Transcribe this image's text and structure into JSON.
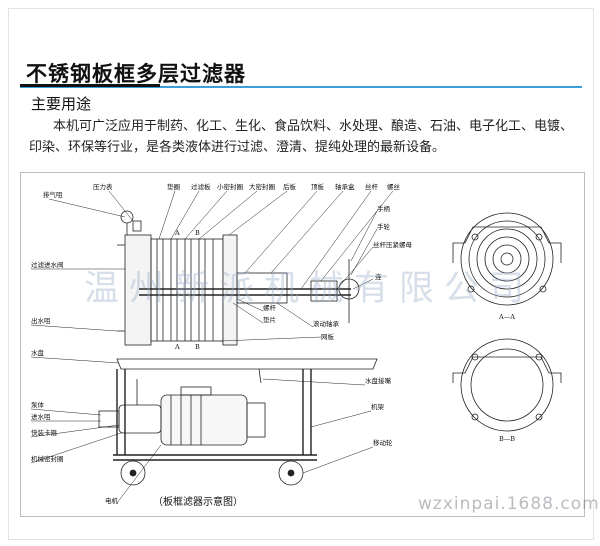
{
  "heading": {
    "title": "不锈钢板框多层过滤器",
    "subtitle": "主要用途",
    "description": "本机可广泛应用于制药、化工、生化、食品饮料、水处理、酿造、石油、电子化工、电镀、印染、环保等行业，是各类液体进行过滤、澄清、提纯处理的最新设备。"
  },
  "diagram": {
    "caption": "（板框滤器示意图）",
    "labels": {
      "vent": "排气咀",
      "gauge": "压力表",
      "gasket": "垫圈",
      "filter_board": "过滤板",
      "small_seal": "小密封圈",
      "large_seal": "大密封圈",
      "back_board": "后板",
      "top_board": "顶板",
      "bearing_box": "轴承盒",
      "screw": "丝杆",
      "nut": "螺丝",
      "handle": "手柄",
      "handwheel": "手轮",
      "lead_nut": "丝杆压紧螺母",
      "connector": "连",
      "filter_inlet": "过滤进水阀",
      "outlet": "出水咀",
      "bolt": "螺杆",
      "washer": "垫片",
      "rolling_bearing": "滚动轴承",
      "mesh": "网板",
      "water_tray": "水盘",
      "tray_outlet": "水盘接嘴",
      "pump": "泵体",
      "inlet": "进水咀",
      "clamp": "快装卡箍",
      "pump_seal": "机械密封圈",
      "frame": "机架",
      "wheel": "移动轮",
      "motor": "电机",
      "a_left": "A",
      "b_left": "B",
      "a_bottom": "A",
      "b_bottom": "B",
      "section_a": "A—A",
      "section_b": "B—B"
    }
  },
  "watermarks": {
    "company": "温州新派机械有限公司",
    "site": "wzxinpai.1688.com"
  }
}
